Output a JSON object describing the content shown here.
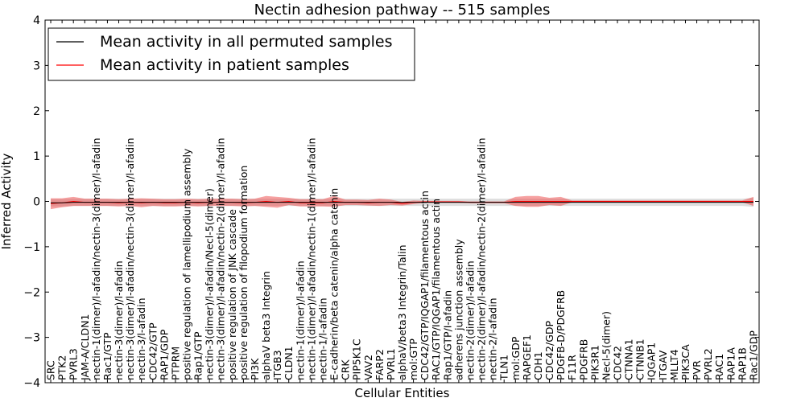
{
  "chart_data": {
    "type": "line",
    "title": "Nectin adhesion pathway -- 515 samples",
    "xlabel": "Cellular Entities",
    "ylabel": "Inferred Activity",
    "ylim": [
      -4,
      4
    ],
    "yticks": [
      -4,
      -3,
      -2,
      -1,
      0,
      1,
      2,
      3,
      4
    ],
    "ytick_labels": [
      "−4",
      "−3",
      "−2",
      "−1",
      "0",
      "1",
      "2",
      "3",
      "4"
    ],
    "grid": false,
    "legend_position": "top-left",
    "categories": [
      "SRC",
      "PTK2",
      "PVRL3",
      "JAM-A/CLDN1",
      "nectin-1(dimer)/l-afadin/nectin-3(dimer)/l-afadin",
      "Rac1/GTP",
      "nectin-3(dimer)/l-afadin",
      "nectin-3(dimer)/l-afadin/nectin-3(dimer)/l-afadin",
      "nectin-3/l-afadin",
      "CDC42/GTP",
      "RAP1/GDP",
      "PTPRM",
      "positive regulation of lamellipodium assembly",
      "Rap1/GTP",
      "nectin-3(dimer)/l-afadin/Necl-5(dimer)",
      "nectin-3(dimer)/l-afadin/nectin-2(dimer)/l-afadin",
      "positive regulation of JNK cascade",
      "positive regulation of filopodium formation",
      "PI3K",
      "alphaV beta3 Integrin",
      "ITGB3",
      "CLDN1",
      "nectin-1(dimer)/l-afadin",
      "nectin-1(dimer)/l-afadin/nectin-1(dimer)/l-afadin",
      "nectin-1/l-afadin",
      "E-cadherin/beta catenin/alpha catenin",
      "CRK",
      "PIP5K1C",
      "VAV2",
      "FARP2",
      "PVRL1",
      "alphaV/beta3 Integrin/Talin",
      "mol:GTP",
      "CDC42/GTP/IQGAP1/filamentous actin",
      "RAC1/GTP/IQGAP1/filamentous actin",
      "Rap1/GTP/I-afadin",
      "adherens junction assembly",
      "nectin-2(dimer)/l-afadin",
      "nectin-2(dimer)/l-afadin/nectin-2(dimer)/l-afadin",
      "nectin-2/l-afadin",
      "TLN1",
      "mol:GDP",
      "RAPGEF1",
      "CDH1",
      "CDC42/GDP",
      "PDGFB-D/PDGFRB",
      "F11R",
      "PDGFRB",
      "PIK3R1",
      "Necl-5(dimer)",
      "CDC42",
      "CTNNA1",
      "CTNNB1",
      "IQGAP1",
      "ITGAV",
      "MLLT4",
      "PIK3CA",
      "PVR",
      "PVRL2",
      "RAC1",
      "RAP1A",
      "RAP1B",
      "Rac1/GDP"
    ],
    "series": [
      {
        "name": "Mean activity in all permuted samples",
        "color": "#000000",
        "band_color": "#c8c8c8",
        "values": [
          -0.03,
          -0.03,
          -0.02,
          -0.02,
          -0.02,
          -0.02,
          -0.02,
          -0.02,
          -0.02,
          -0.02,
          -0.02,
          -0.02,
          -0.02,
          -0.02,
          -0.02,
          -0.02,
          -0.02,
          -0.02,
          -0.02,
          -0.02,
          -0.02,
          -0.02,
          -0.02,
          -0.02,
          -0.02,
          -0.02,
          -0.02,
          -0.02,
          -0.02,
          -0.02,
          -0.02,
          -0.02,
          -0.02,
          -0.02,
          -0.02,
          -0.02,
          -0.02,
          -0.02,
          -0.02,
          -0.02,
          -0.02,
          -0.02,
          -0.02,
          -0.02,
          -0.02,
          -0.02,
          -0.02,
          -0.02,
          -0.02,
          -0.02,
          -0.02,
          -0.02,
          -0.02,
          -0.02,
          -0.02,
          -0.02,
          -0.02,
          -0.02,
          -0.02,
          -0.02,
          -0.02,
          -0.02,
          -0.02
        ],
        "spread": [
          0.08,
          0.08,
          0.08,
          0.08,
          0.08,
          0.08,
          0.08,
          0.08,
          0.08,
          0.08,
          0.08,
          0.08,
          0.08,
          0.08,
          0.08,
          0.08,
          0.08,
          0.08,
          0.08,
          0.08,
          0.08,
          0.08,
          0.08,
          0.08,
          0.08,
          0.08,
          0.08,
          0.08,
          0.08,
          0.08,
          0.08,
          0.08,
          0.08,
          0.08,
          0.08,
          0.08,
          0.08,
          0.08,
          0.08,
          0.08,
          0.08,
          0.08,
          0.08,
          0.08,
          0.08,
          0.08,
          0.08,
          0.08,
          0.08,
          0.08,
          0.08,
          0.08,
          0.08,
          0.08,
          0.08,
          0.08,
          0.08,
          0.08,
          0.08,
          0.08,
          0.08,
          0.08,
          0.1
        ]
      },
      {
        "name": "Mean activity in patient samples",
        "color": "#ff0000",
        "band_color": "#ee4444",
        "values": [
          -0.05,
          -0.03,
          0.0,
          -0.02,
          -0.02,
          -0.02,
          -0.03,
          -0.02,
          -0.03,
          -0.02,
          -0.03,
          -0.03,
          -0.02,
          -0.03,
          -0.02,
          -0.02,
          -0.02,
          -0.03,
          -0.02,
          0.0,
          -0.02,
          0.0,
          -0.03,
          -0.03,
          -0.03,
          0.0,
          -0.02,
          -0.02,
          -0.03,
          -0.02,
          -0.02,
          -0.05,
          -0.02,
          -0.01,
          -0.01,
          -0.01,
          -0.01,
          -0.02,
          -0.02,
          -0.02,
          -0.02,
          0.0,
          0.0,
          0.0,
          0.0,
          0.0,
          0.0,
          0.0,
          0.0,
          0.0,
          0.0,
          0.0,
          0.0,
          0.0,
          0.0,
          0.0,
          0.0,
          0.0,
          0.0,
          0.0,
          0.0,
          0.0,
          0.0
        ],
        "spread": [
          0.12,
          0.1,
          0.1,
          0.08,
          0.08,
          0.08,
          0.08,
          0.08,
          0.1,
          0.08,
          0.08,
          0.08,
          0.08,
          0.08,
          0.08,
          0.08,
          0.08,
          0.08,
          0.08,
          0.12,
          0.12,
          0.08,
          0.08,
          0.08,
          0.08,
          0.12,
          0.06,
          0.06,
          0.06,
          0.08,
          0.06,
          0.04,
          0.04,
          0.02,
          0.02,
          0.02,
          0.02,
          0.02,
          0.02,
          0.02,
          0.02,
          0.1,
          0.12,
          0.12,
          0.08,
          0.1,
          0.02,
          0.02,
          0.02,
          0.02,
          0.02,
          0.02,
          0.02,
          0.02,
          0.02,
          0.02,
          0.02,
          0.02,
          0.02,
          0.02,
          0.02,
          0.02,
          0.1
        ]
      }
    ]
  }
}
